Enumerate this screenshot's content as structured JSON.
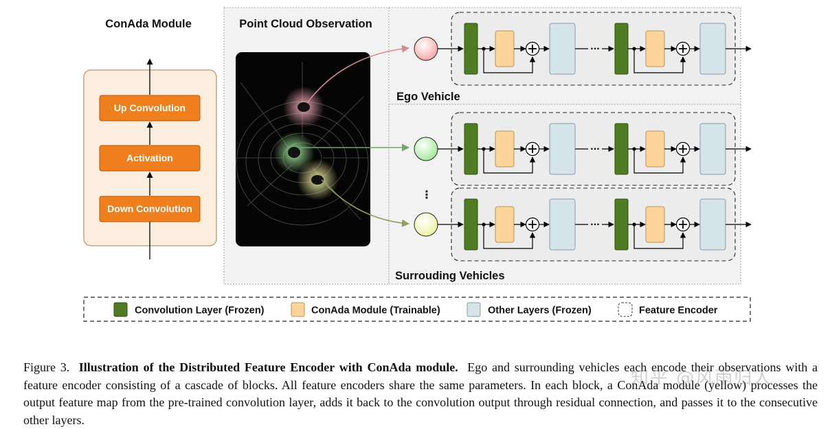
{
  "conada_panel": {
    "title": "ConAda Module",
    "layers": [
      "Up Convolution",
      "Activation",
      "Down Convolution"
    ]
  },
  "point_cloud": {
    "title": "Point Cloud Observation"
  },
  "rows": {
    "ego_label": "Ego Vehicle",
    "surrounding_label": "Surrouding Vehicles",
    "ellipsis": "⋮",
    "dots": "···"
  },
  "legend": {
    "items": [
      {
        "label": "Convolution Layer (Frozen)",
        "color": "#4f7b22"
      },
      {
        "label": "ConAda Module (Trainable)",
        "color": "#fcd59c"
      },
      {
        "label": "Other Layers (Frozen)",
        "color": "#d5e4e8"
      },
      {
        "label": "Feature Encoder",
        "color": "#ffffff"
      }
    ]
  },
  "caption": {
    "prefix": "Figure 3.",
    "title": "Illustration of the Distributed Feature Encoder with ConAda module.",
    "body": "Ego and surrounding vehicles each encode their observations with a feature encoder consisting of a cascade of blocks. All feature encoders share the same parameters. In each block, a ConAda module (yellow) processes the output feature map from the pre-trained convolution layer, adds it back to the convolution output through residual connection, and passes it to the consecutive other layers."
  },
  "watermark": "知乎 @风雨归人",
  "colors": {
    "conada_bg": "#fbeede",
    "conada_border": "#c9a37f",
    "orange": "#f07f1e",
    "conv_green": "#4f7b22",
    "adapter_yellow": "#fcd59c",
    "other_blue": "#d5e4e8",
    "ego_pink": "#f5b8b8",
    "green_node": "#b6edb0",
    "yellow_node": "#f0f3b7"
  }
}
